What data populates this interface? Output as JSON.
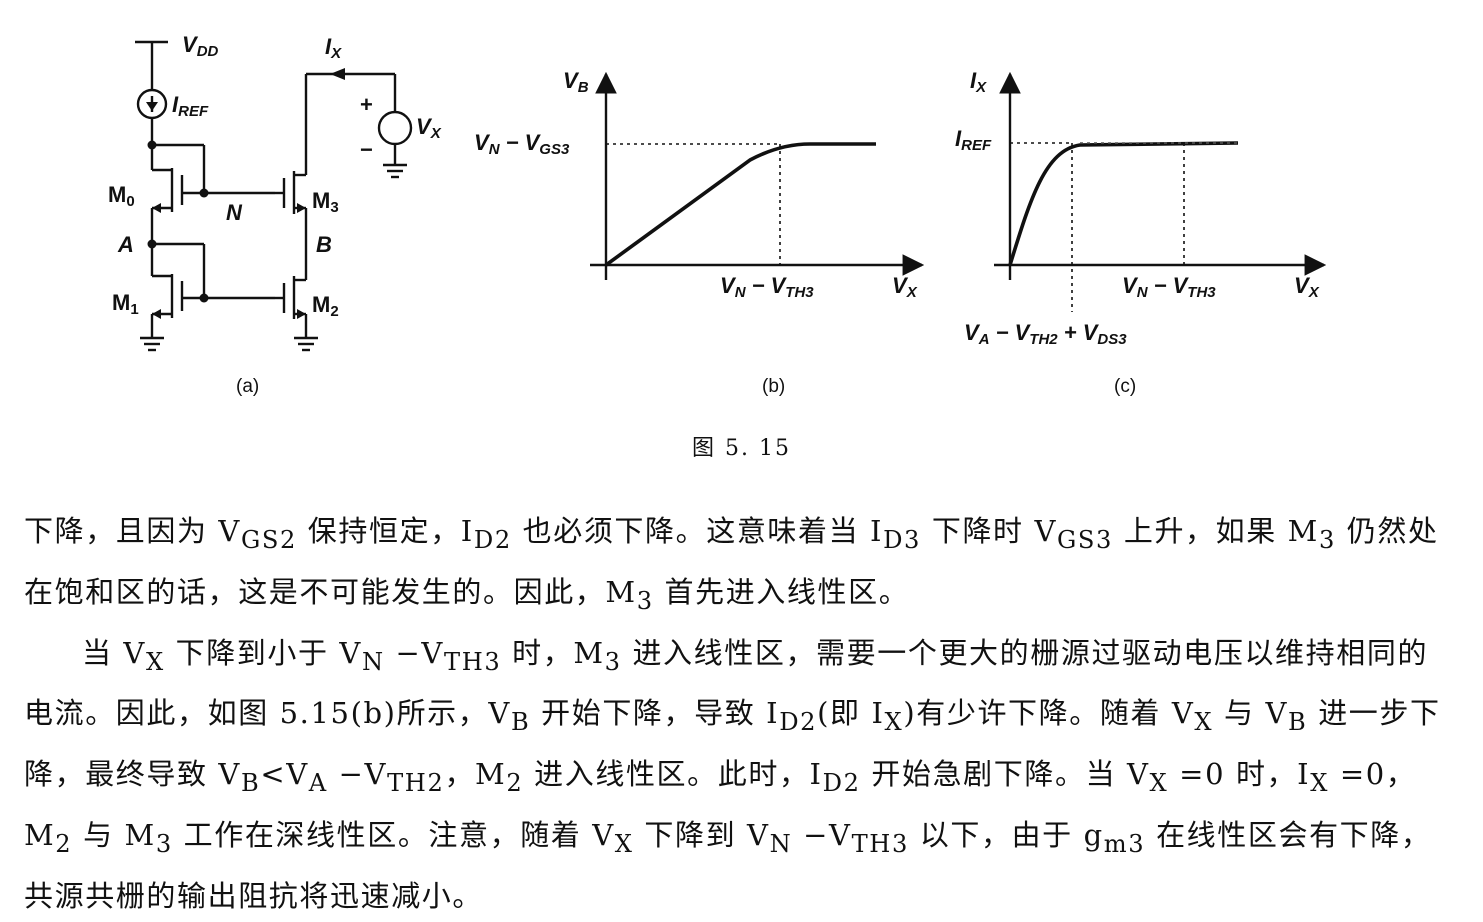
{
  "figure": {
    "panel_a": {
      "caption": "(a)",
      "vdd": "V",
      "vdd_sub": "DD",
      "iref": "I",
      "iref_sub": "REF",
      "ix": "I",
      "ix_sub": "X",
      "vx": "V",
      "vx_sub": "X",
      "plus": "+",
      "minus": "−",
      "m0": "M",
      "m0_sub": "0",
      "m1": "M",
      "m1_sub": "1",
      "m2": "M",
      "m2_sub": "2",
      "m3": "M",
      "m3_sub": "3",
      "node_a": "A",
      "node_b": "B",
      "node_n": "N"
    },
    "panel_b": {
      "caption": "(b)",
      "ylabel": "V",
      "ylabel_sub": "B",
      "level": "V",
      "level_sub1": "N",
      "level_mid": " − V",
      "level_sub2": "GS3",
      "xmark": "V",
      "xmark_sub1": "N",
      "xmark_mid": " − V",
      "xmark_sub2": "TH3",
      "xlabel": "V",
      "xlabel_sub": "X"
    },
    "panel_c": {
      "caption": "(c)",
      "ylabel": "I",
      "ylabel_sub": "X",
      "level": "I",
      "level_sub": "REF",
      "xmark": "V",
      "xmark_sub1": "N",
      "xmark_mid": " − V",
      "xmark_sub2": "TH3",
      "xmark2_a": "V",
      "xmark2_sub1": "A",
      "xmark2_mid1": " − V",
      "xmark2_sub2": "TH2",
      "xmark2_mid2": " + V",
      "xmark2_sub3": "DS3",
      "xlabel": "V",
      "xlabel_sub": "X"
    },
    "caption": "图 5. 15"
  },
  "text": {
    "p1_line1": "下降，且因为 V",
    "p1_gs2": "GS2",
    "p1_line1b": " 保持恒定，I",
    "p1_d2": "D2",
    "p1_line1c": " 也必须下降。这意味着当 I",
    "p1_d3": "D3",
    "p1_line1d": " 下降时 V",
    "p1_gs3": "GS3",
    "p1_line1e": " 上升，如果 M",
    "p1_m3": "3",
    "p1_line1f": " 仍然处在饱和区的话，这是不可能发生的。因此，M",
    "p1_m3b": "3",
    "p1_line1g": " 首先进入线性区。",
    "p2_a": "当 V",
    "p2_x1": "X",
    "p2_b": " 下降到小于 V",
    "p2_n1": "N",
    "p2_c": " −V",
    "p2_th3": "TH3",
    "p2_d": " 时，M",
    "p2_m3": "3",
    "p2_e": " 进入线性区，需要一个更大的栅源过驱动电压以维持相同的电流。因此，如图 5.15(b)所示，V",
    "p2_b1": "B",
    "p2_f": " 开始下降，导致 I",
    "p2_d2": "D2",
    "p2_g": "(即 I",
    "p2_x2": "X",
    "p2_h": ")有少许下降。随着 V",
    "p2_x3": "X",
    "p2_i": " 与 V",
    "p2_b2": "B",
    "p2_j": " 进一步下降，最终导致 V",
    "p2_b3": "B",
    "p2_k": "<V",
    "p2_a1": "A",
    "p2_l": " −V",
    "p2_th2": "TH2",
    "p2_m": "，M",
    "p2_m2": "2",
    "p2_n": " 进入线性区。此时，I",
    "p2_d2b": "D2",
    "p2_o": " 开始急剧下降。当 V",
    "p2_x4": "X",
    "p2_p": " =0 时，I",
    "p2_x5": "X",
    "p2_q": " =0，M",
    "p2_m2b": "2",
    "p2_r": " 与 M",
    "p2_m3b": "3",
    "p2_s": " 工作在深线性区。注意，随着 V",
    "p2_x6": "X",
    "p2_t": " 下降到 V",
    "p2_n2": "N",
    "p2_u": " −V",
    "p2_th3b": "TH3",
    "p2_v": " 以下，由于 g",
    "p2_m3c": "m3",
    "p2_w": " 在线性区会有下降，共源共栅的输出阻抗将迅速减小。"
  }
}
